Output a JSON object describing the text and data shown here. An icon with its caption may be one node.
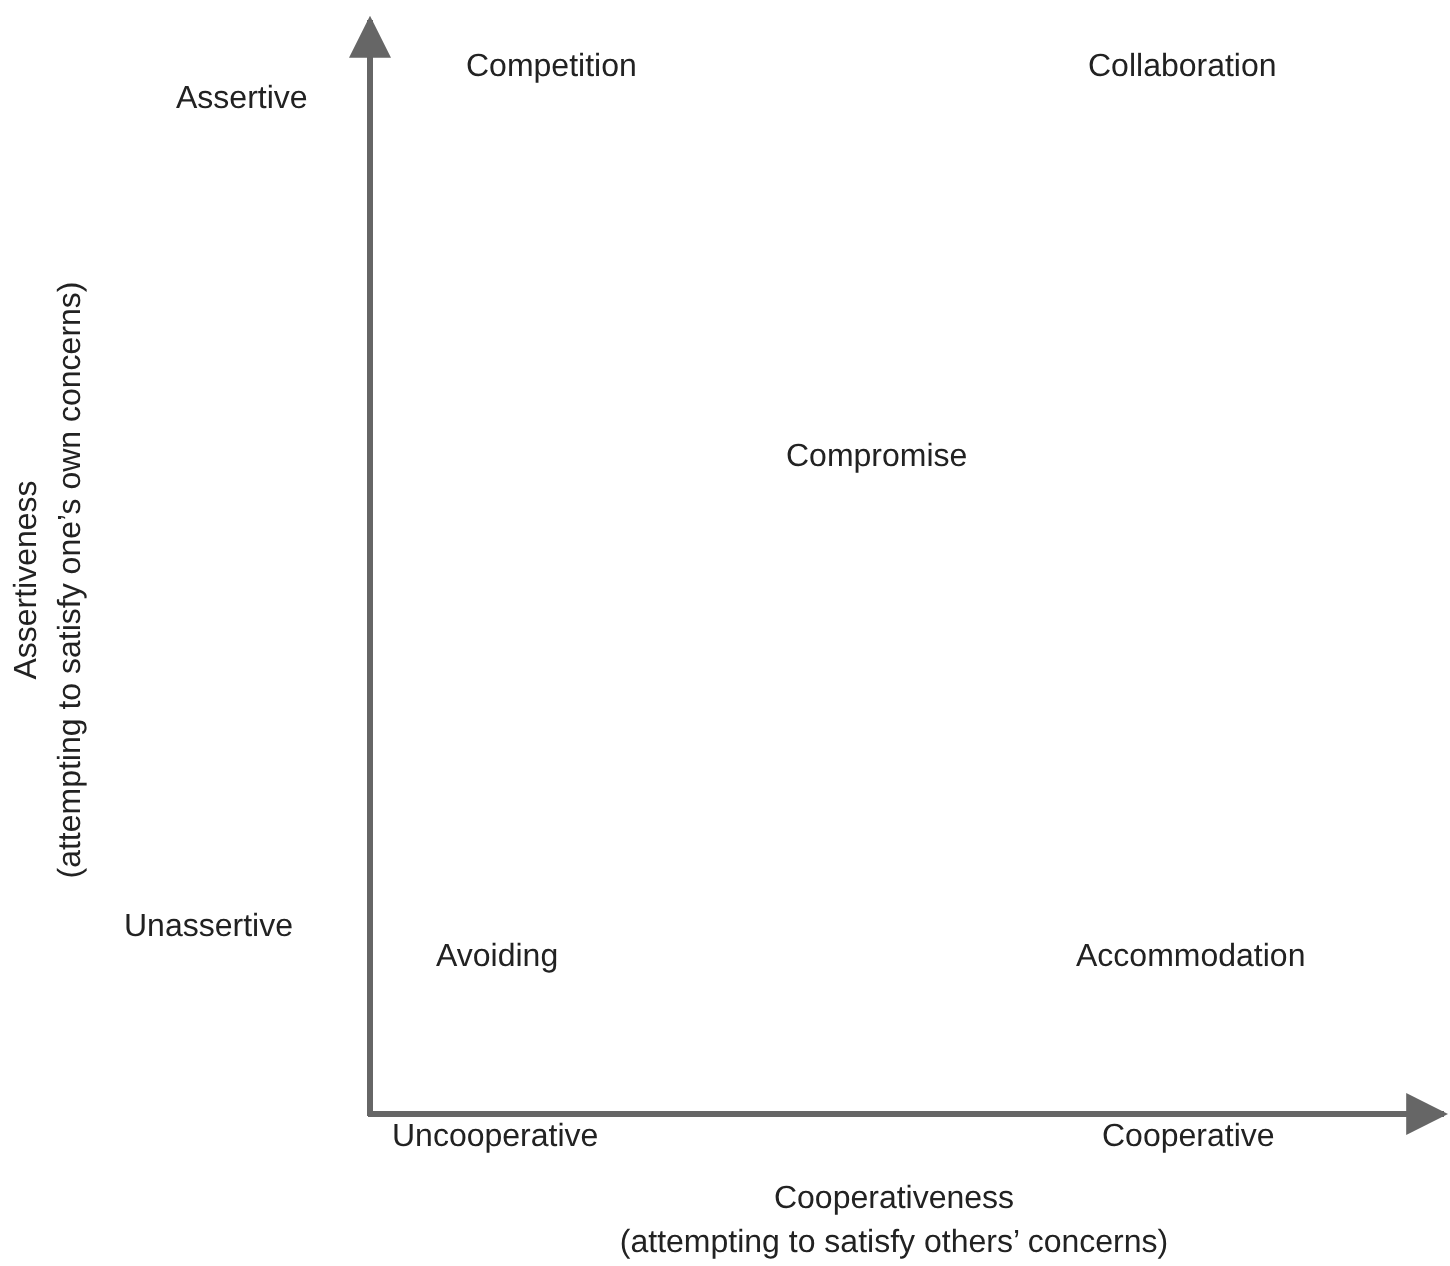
{
  "diagram": {
    "labels": [
      "Assertive",
      "Competition",
      "Collaboration",
      "Compromise",
      "Unassertive",
      "Avoiding",
      "Accommodation",
      "Uncooperative",
      "Cooperative",
      "Cooperativeness",
      "(attempting to satisfy others’ concerns)",
      "Assertiveness",
      "(attempting to satisfy one’s own concerns)"
    ]
  }
}
